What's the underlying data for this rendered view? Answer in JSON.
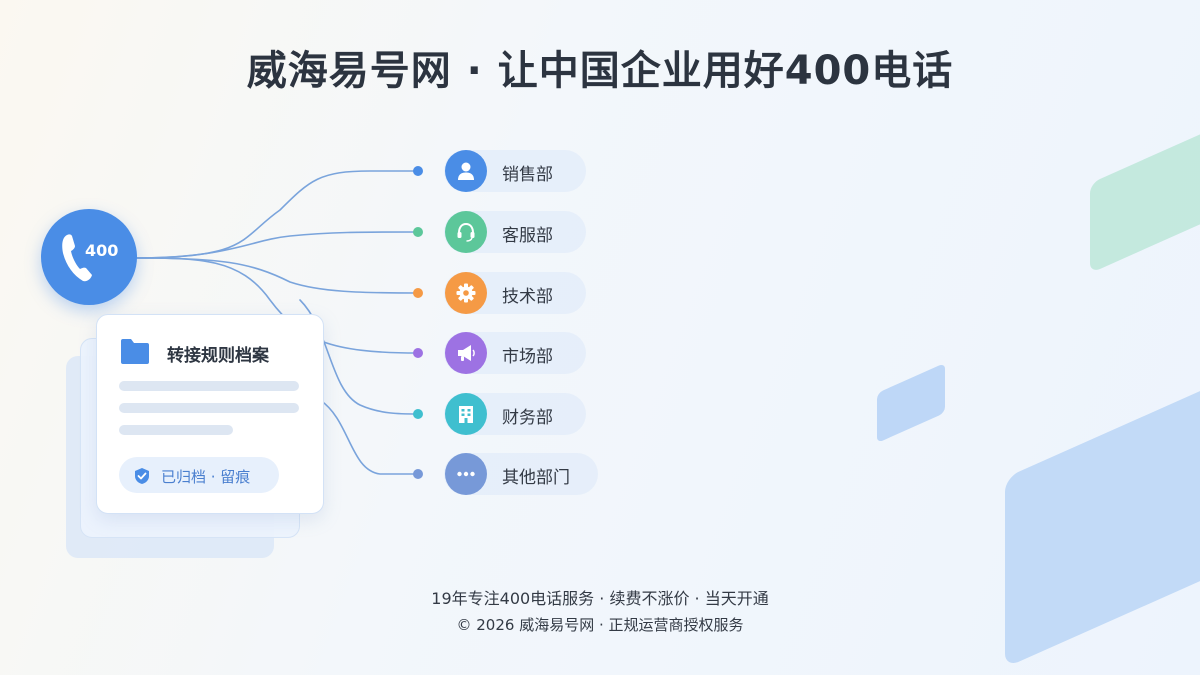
{
  "header": {
    "title": "威海易号网 · 让中国企业用好400电话"
  },
  "hub": {
    "number": "400",
    "icon": "phone-icon",
    "color": "#4a8de6"
  },
  "archive_card": {
    "title": "转接规则档案",
    "badge": "已归档 · 留痕",
    "folder_icon": "folder-icon",
    "badge_icon": "shield-check-icon"
  },
  "departments": [
    {
      "label": "销售部",
      "icon": "person-icon",
      "color": "#4a8de6"
    },
    {
      "label": "客服部",
      "icon": "headset-icon",
      "color": "#5cc79a"
    },
    {
      "label": "技术部",
      "icon": "gear-icon",
      "color": "#f59a45"
    },
    {
      "label": "市场部",
      "icon": "megaphone-icon",
      "color": "#9d72e3"
    },
    {
      "label": "财务部",
      "icon": "building-icon",
      "color": "#3fbfcf"
    },
    {
      "label": "其他部门",
      "icon": "more-icon",
      "color": "#7799d8"
    }
  ],
  "footer": {
    "line1": "19年专注400电话服务 · 续费不涨价 · 当天开通",
    "line2": "© 2026 威海易号网 · 正规运营商授权服务"
  }
}
